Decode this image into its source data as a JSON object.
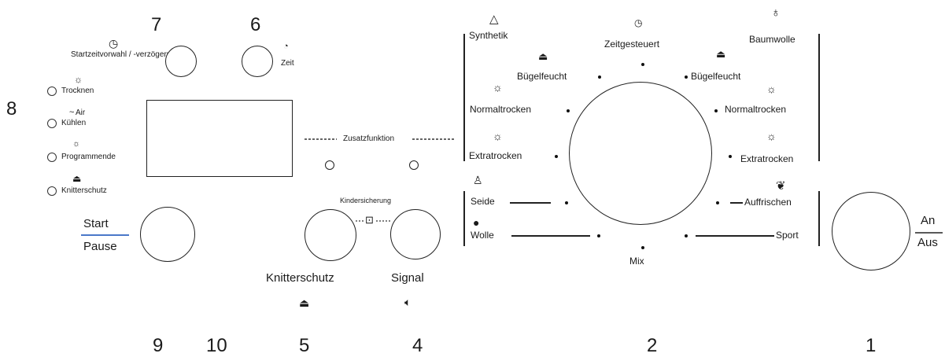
{
  "callouts": {
    "n1": "1",
    "n2": "2",
    "n4": "4",
    "n5": "5",
    "n6": "6",
    "n7": "7",
    "n8": "8",
    "n9": "9",
    "n10": "10"
  },
  "left": {
    "start_delay_label": "Startzeitvorwahl / -verzögerung",
    "time_label": "Zeit",
    "leds": [
      "Trocknen",
      "Kühlen",
      "Programmende",
      "Knitterschutz"
    ],
    "air_label": "Air",
    "start_label": "Start",
    "pause_label": "Pause"
  },
  "middle": {
    "extra_function_label": "Zusatzfunktion",
    "child_lock_label": "Kindersicherung",
    "anti_crease_label": "Knitterschutz",
    "signal_label": "Signal"
  },
  "dial": {
    "top": "Zeitgesteuert",
    "left_group": "Synthetik",
    "left_items": [
      "Bügelfeucht",
      "Normaltrocken",
      "Extratrocken"
    ],
    "right_group": "Baumwolle",
    "right_items": [
      "Bügelfeucht",
      "Normaltrocken",
      "Extratrocken"
    ],
    "seide": "Seide",
    "wolle": "Wolle",
    "mix": "Mix",
    "auffrischen": "Auffrischen",
    "sport": "Sport"
  },
  "power": {
    "on": "An",
    "off": "Aus"
  },
  "colors": {
    "ink": "#1a1a1a",
    "start_underline": "#4a78c9"
  },
  "icons": [
    "timer-icon",
    "clock-icon",
    "sun-icon",
    "air-icon",
    "program-end-icon",
    "iron-icon",
    "lock-icon",
    "speaker-icon",
    "leaf-icon",
    "wool-icon",
    "dress-icon",
    "flask-icon",
    "cotton-icon"
  ]
}
